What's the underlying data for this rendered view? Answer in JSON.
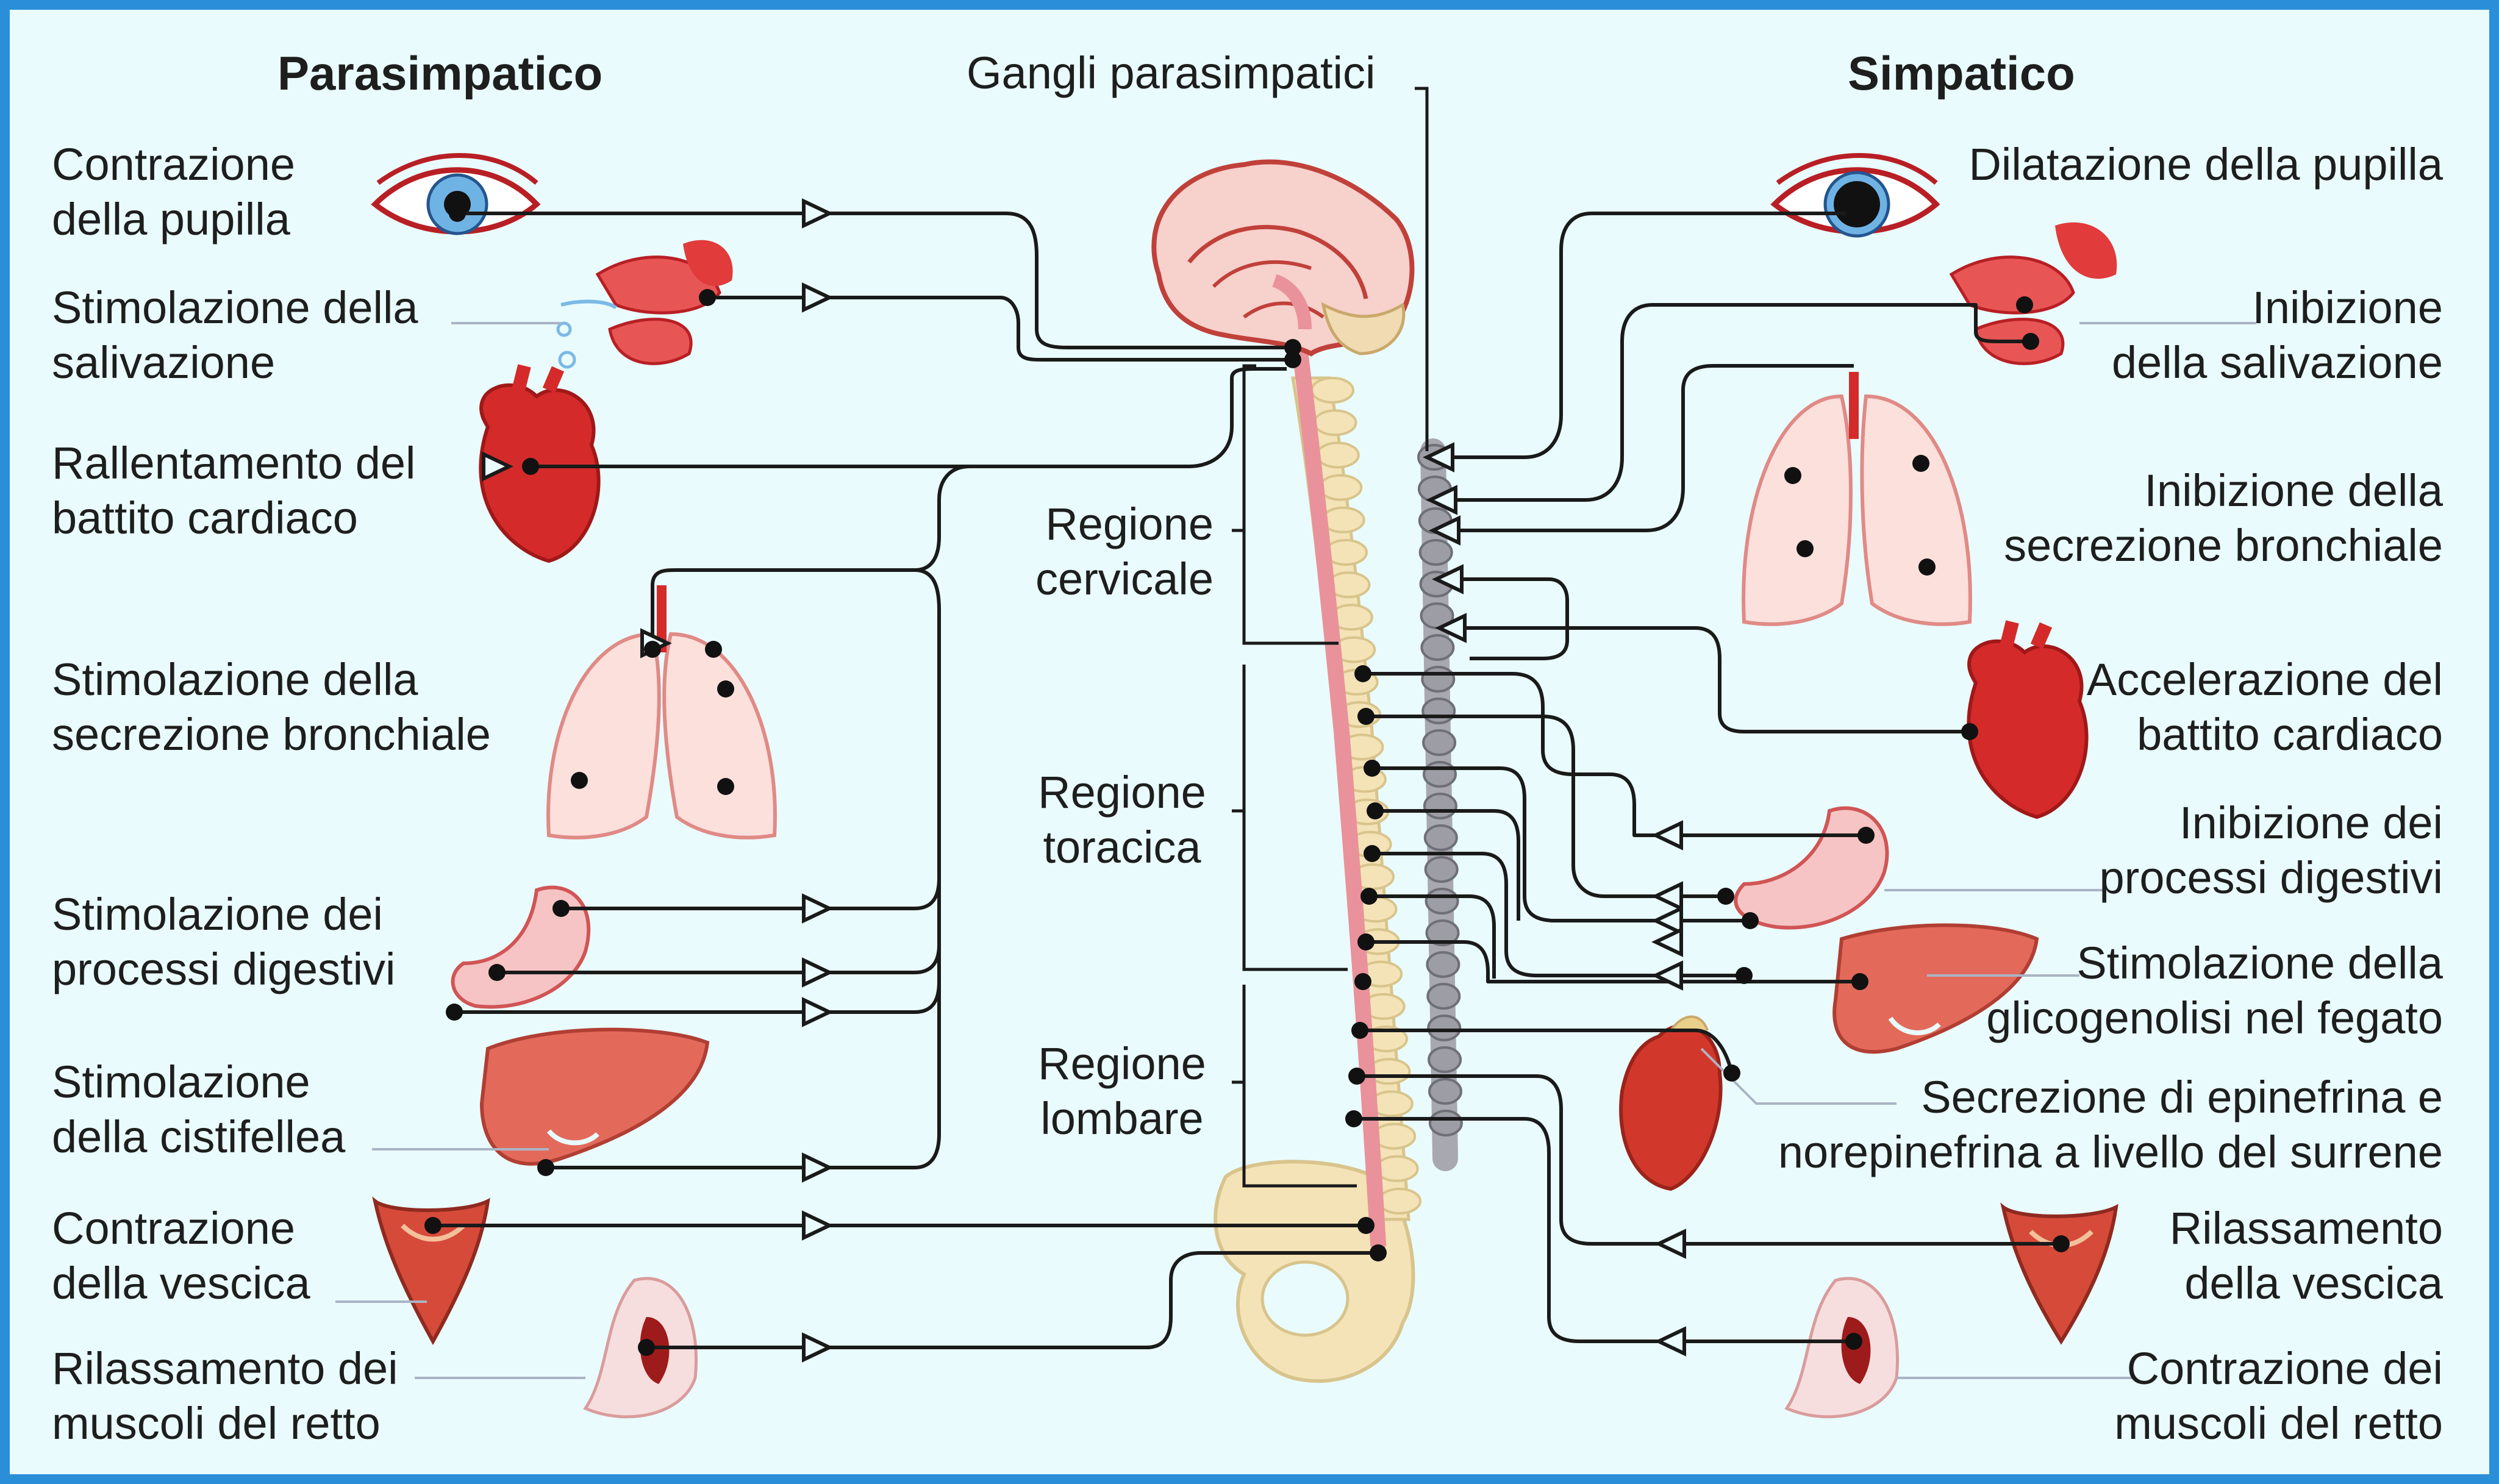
{
  "headings": {
    "parasympathetic": "Parasimpatico",
    "sympathetic": "Simpatico",
    "ganglia": "Gangli parasimpatici"
  },
  "regions": {
    "cervical": [
      "Regione",
      "cervicale"
    ],
    "thoracic": [
      "Regione",
      "toracica"
    ],
    "lumbar": [
      "Regione",
      "lombare"
    ]
  },
  "parasympathetic_effects": [
    {
      "lines": [
        "Contrazione",
        "della pupilla"
      ],
      "organ": "eye"
    },
    {
      "lines": [
        "Stimolazione della",
        "salivazione"
      ],
      "organ": "salivary-gland"
    },
    {
      "lines": [
        "Rallentamento del",
        "battito cardiaco"
      ],
      "organ": "heart"
    },
    {
      "lines": [
        "Stimolazione della",
        "secrezione bronchiale"
      ],
      "organ": "lungs"
    },
    {
      "lines": [
        "Stimolazione dei",
        "processi digestivi"
      ],
      "organ": "stomach"
    },
    {
      "lines": [
        "Stimolazione",
        "della cistifellea"
      ],
      "organ": "liver"
    },
    {
      "lines": [
        "Contrazione",
        "della vescica"
      ],
      "organ": "bladder"
    },
    {
      "lines": [
        "Rilassamento dei",
        "muscoli del retto"
      ],
      "organ": "rectum"
    }
  ],
  "sympathetic_effects": [
    {
      "lines": [
        "Dilatazione della pupilla"
      ],
      "organ": "eye"
    },
    {
      "lines": [
        "Inibizione",
        "della salivazione"
      ],
      "organ": "salivary-gland"
    },
    {
      "lines": [
        "Inibizione della",
        "secrezione bronchiale"
      ],
      "organ": "lungs"
    },
    {
      "lines": [
        "Accelerazione del",
        "battito cardiaco"
      ],
      "organ": "heart"
    },
    {
      "lines": [
        "Inibizione dei",
        "processi digestivi"
      ],
      "organ": "stomach"
    },
    {
      "lines": [
        "Stimolazione della",
        "glicogenolisi nel fegato"
      ],
      "organ": "liver"
    },
    {
      "lines": [
        "Secrezione di epinefrina e",
        "norepinefrina a livello del surrene"
      ],
      "organ": "adrenal-kidney"
    },
    {
      "lines": [
        "Rilassamento",
        "della vescica"
      ],
      "organ": "bladder"
    },
    {
      "lines": [
        "Contrazione dei",
        "muscoli del retto"
      ],
      "organ": "rectum"
    }
  ],
  "colors": {
    "background": "#e9fbfc",
    "border": "#2a8fd8",
    "organ_red": "#e23b3b",
    "organ_dark": "#b81f24",
    "organ_pink": "#f7c9c9",
    "spinal_cord": "#e9929b",
    "vertebrae": "#f3e3b6",
    "ganglion_chain": "#a8a8b0",
    "nerve": "#1a1a1a"
  }
}
